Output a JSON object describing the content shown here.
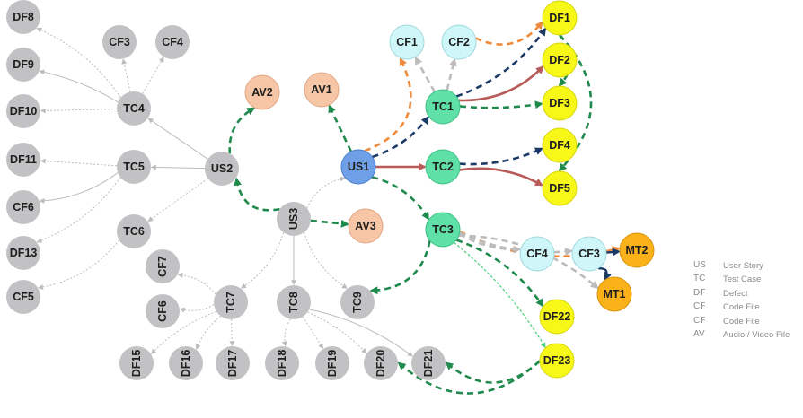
{
  "colors": {
    "gray_node": "#c2c2c4",
    "gray_edge": "#bdbdbd",
    "user_story": "#6f9fe6",
    "test_case": "#5fe0a6",
    "defect": "#f7f718",
    "code_file": "#cff6f8",
    "audio_video": "#f6c6a6",
    "mt": "#fbb21a",
    "dark_blue": "#1c3a66",
    "orange": "#ee8a3a",
    "green": "#1f8a4c",
    "brown": "#b75a58",
    "light_green": "#49d07a",
    "light_gray": "#bcbcbc"
  },
  "nodes": [
    {
      "id": "DF8",
      "label": "DF8",
      "kind": "gray"
    },
    {
      "id": "DF9",
      "label": "DF9",
      "kind": "gray"
    },
    {
      "id": "DF10",
      "label": "DF10",
      "kind": "gray"
    },
    {
      "id": "DF11",
      "label": "DF11",
      "kind": "gray"
    },
    {
      "id": "CF6a",
      "label": "CF6",
      "kind": "gray"
    },
    {
      "id": "DF13",
      "label": "DF13",
      "kind": "gray"
    },
    {
      "id": "CF5",
      "label": "CF5",
      "kind": "gray"
    },
    {
      "id": "CF3g",
      "label": "CF3",
      "kind": "gray"
    },
    {
      "id": "CF4g",
      "label": "CF4",
      "kind": "gray"
    },
    {
      "id": "TC4",
      "label": "TC4",
      "kind": "gray"
    },
    {
      "id": "TC5",
      "label": "TC5",
      "kind": "gray"
    },
    {
      "id": "TC6",
      "label": "TC6",
      "kind": "gray"
    },
    {
      "id": "US2",
      "label": "US2",
      "kind": "gray"
    },
    {
      "id": "US3",
      "label": "US3",
      "kind": "gray",
      "vertical": true
    },
    {
      "id": "CF7",
      "label": "CF7",
      "kind": "gray",
      "vertical": true
    },
    {
      "id": "CF6b",
      "label": "CF6",
      "kind": "gray",
      "vertical": true
    },
    {
      "id": "TC7",
      "label": "TC7",
      "kind": "gray",
      "vertical": true
    },
    {
      "id": "TC8",
      "label": "TC8",
      "kind": "gray",
      "vertical": true
    },
    {
      "id": "TC9",
      "label": "TC9",
      "kind": "gray",
      "vertical": true
    },
    {
      "id": "DF15",
      "label": "DF15",
      "kind": "gray",
      "vertical": true
    },
    {
      "id": "DF16",
      "label": "DF16",
      "kind": "gray",
      "vertical": true
    },
    {
      "id": "DF17",
      "label": "DF17",
      "kind": "gray",
      "vertical": true
    },
    {
      "id": "DF18",
      "label": "DF18",
      "kind": "gray",
      "vertical": true
    },
    {
      "id": "DF19",
      "label": "DF19",
      "kind": "gray",
      "vertical": true
    },
    {
      "id": "DF20",
      "label": "DF20",
      "kind": "gray",
      "vertical": true
    },
    {
      "id": "DF21",
      "label": "DF21",
      "kind": "gray",
      "vertical": true
    },
    {
      "id": "AV2",
      "label": "AV2",
      "kind": "audio_video"
    },
    {
      "id": "AV1",
      "label": "AV1",
      "kind": "audio_video"
    },
    {
      "id": "AV3",
      "label": "AV3",
      "kind": "audio_video"
    },
    {
      "id": "US1",
      "label": "US1",
      "kind": "user_story"
    },
    {
      "id": "CF1",
      "label": "CF1",
      "kind": "code_file"
    },
    {
      "id": "CF2",
      "label": "CF2",
      "kind": "code_file"
    },
    {
      "id": "TC1",
      "label": "TC1",
      "kind": "test_case"
    },
    {
      "id": "TC2",
      "label": "TC2",
      "kind": "test_case"
    },
    {
      "id": "TC3",
      "label": "TC3",
      "kind": "test_case"
    },
    {
      "id": "DF1",
      "label": "DF1",
      "kind": "defect"
    },
    {
      "id": "DF2",
      "label": "DF2",
      "kind": "defect"
    },
    {
      "id": "DF3",
      "label": "DF3",
      "kind": "defect"
    },
    {
      "id": "DF4",
      "label": "DF4",
      "kind": "defect"
    },
    {
      "id": "DF5",
      "label": "DF5",
      "kind": "defect"
    },
    {
      "id": "CF4",
      "label": "CF4",
      "kind": "code_file"
    },
    {
      "id": "CF3",
      "label": "CF3",
      "kind": "code_file"
    },
    {
      "id": "MT2",
      "label": "MT2",
      "kind": "mt"
    },
    {
      "id": "MT1",
      "label": "MT1",
      "kind": "mt"
    },
    {
      "id": "DF22",
      "label": "DF22",
      "kind": "defect"
    },
    {
      "id": "DF23",
      "label": "DF23",
      "kind": "defect"
    }
  ],
  "edges": [
    {
      "from": "TC4",
      "to": "DF8",
      "style": "gray_dotted"
    },
    {
      "from": "TC4",
      "to": "DF9",
      "style": "gray_solid"
    },
    {
      "from": "TC4",
      "to": "DF10",
      "style": "gray_dotted"
    },
    {
      "from": "TC4",
      "to": "CF3g",
      "style": "gray_dotted"
    },
    {
      "from": "TC4",
      "to": "CF4g",
      "style": "gray_dotted"
    },
    {
      "from": "TC5",
      "to": "DF11",
      "style": "gray_dotted"
    },
    {
      "from": "TC5",
      "to": "CF6a",
      "style": "gray_solid"
    },
    {
      "from": "TC5",
      "to": "DF13",
      "style": "gray_dotted"
    },
    {
      "from": "TC6",
      "to": "CF5",
      "style": "gray_dotted"
    },
    {
      "from": "US2",
      "to": "TC4",
      "style": "gray_solid"
    },
    {
      "from": "US2",
      "to": "TC5",
      "style": "gray_solid"
    },
    {
      "from": "US2",
      "to": "TC6",
      "style": "gray_dotted"
    },
    {
      "from": "US2",
      "to": "AV2",
      "style": "green_dashed"
    },
    {
      "from": "US3",
      "to": "US2",
      "style": "green_dashed"
    },
    {
      "from": "US3",
      "to": "AV3",
      "style": "green_dashed"
    },
    {
      "from": "US3",
      "to": "US1",
      "style": "gray_dotted"
    },
    {
      "from": "US3",
      "to": "TC7",
      "style": "gray_dotted"
    },
    {
      "from": "US3",
      "to": "TC8",
      "style": "gray_solid"
    },
    {
      "from": "US3",
      "to": "TC9",
      "style": "gray_dotted"
    },
    {
      "from": "TC7",
      "to": "CF7",
      "style": "gray_dotted"
    },
    {
      "from": "TC7",
      "to": "CF6b",
      "style": "gray_dotted"
    },
    {
      "from": "TC7",
      "to": "DF15",
      "style": "gray_dotted"
    },
    {
      "from": "TC7",
      "to": "DF16",
      "style": "gray_dotted"
    },
    {
      "from": "TC7",
      "to": "DF17",
      "style": "gray_dotted"
    },
    {
      "from": "TC8",
      "to": "DF18",
      "style": "gray_dotted"
    },
    {
      "from": "TC8",
      "to": "DF19",
      "style": "gray_dotted"
    },
    {
      "from": "TC8",
      "to": "DF20",
      "style": "gray_dotted"
    },
    {
      "from": "TC8",
      "to": "DF21",
      "style": "gray_solid"
    },
    {
      "from": "US1",
      "to": "AV1",
      "style": "green_dashed"
    },
    {
      "from": "US1",
      "to": "CF1",
      "style": "orange_dashed"
    },
    {
      "from": "US1",
      "to": "TC1",
      "style": "dark_blue_dashed"
    },
    {
      "from": "US1",
      "to": "TC2",
      "style": "brown_solid"
    },
    {
      "from": "US1",
      "to": "TC3",
      "style": "green_dashed"
    },
    {
      "from": "TC1",
      "to": "CF1",
      "style": "light_gray_dashed"
    },
    {
      "from": "TC1",
      "to": "CF2",
      "style": "light_gray_dashed"
    },
    {
      "from": "TC1",
      "to": "DF1",
      "style": "dark_blue_dashed"
    },
    {
      "from": "TC1",
      "to": "DF2",
      "style": "brown_solid"
    },
    {
      "from": "TC1",
      "to": "DF3",
      "style": "green_dashed"
    },
    {
      "from": "CF2",
      "to": "DF1",
      "style": "orange_dashed"
    },
    {
      "from": "DF1",
      "to": "DF3",
      "style": "green_dashed"
    },
    {
      "from": "DF1",
      "to": "DF5",
      "style": "green_dashed"
    },
    {
      "from": "TC2",
      "to": "DF4",
      "style": "dark_blue_dashed"
    },
    {
      "from": "TC2",
      "to": "DF5",
      "style": "brown_solid"
    },
    {
      "from": "TC3",
      "to": "MT2",
      "style": "orange_dashed"
    },
    {
      "from": "TC3",
      "to": "CF3",
      "style": "light_gray_dashed"
    },
    {
      "from": "TC3",
      "to": "CF4",
      "style": "light_gray_dashed"
    },
    {
      "from": "TC3",
      "to": "MT1",
      "style": "light_gray_dashed"
    },
    {
      "from": "TC3",
      "to": "DF22",
      "style": "green_dashed"
    },
    {
      "from": "TC3",
      "to": "DF23",
      "style": "light_green_dashed"
    },
    {
      "from": "TC3",
      "to": "TC9",
      "style": "green_dashed"
    },
    {
      "from": "CF3",
      "to": "MT2",
      "style": "dark_blue_solid"
    },
    {
      "from": "CF3",
      "to": "MT1",
      "style": "dark_blue_solid"
    },
    {
      "from": "DF23",
      "to": "DF20",
      "style": "green_dashed"
    },
    {
      "from": "DF23",
      "to": "DF21",
      "style": "green_dashed"
    }
  ],
  "legend": [
    {
      "code": "US",
      "description": "User Story"
    },
    {
      "code": "TC",
      "description": "Test Case"
    },
    {
      "code": "DF",
      "description": "Defect"
    },
    {
      "code": "CF",
      "description": "Code File"
    },
    {
      "code": "CF",
      "description": "Code File"
    },
    {
      "code": "AV",
      "description": "Audio / Video File"
    }
  ]
}
